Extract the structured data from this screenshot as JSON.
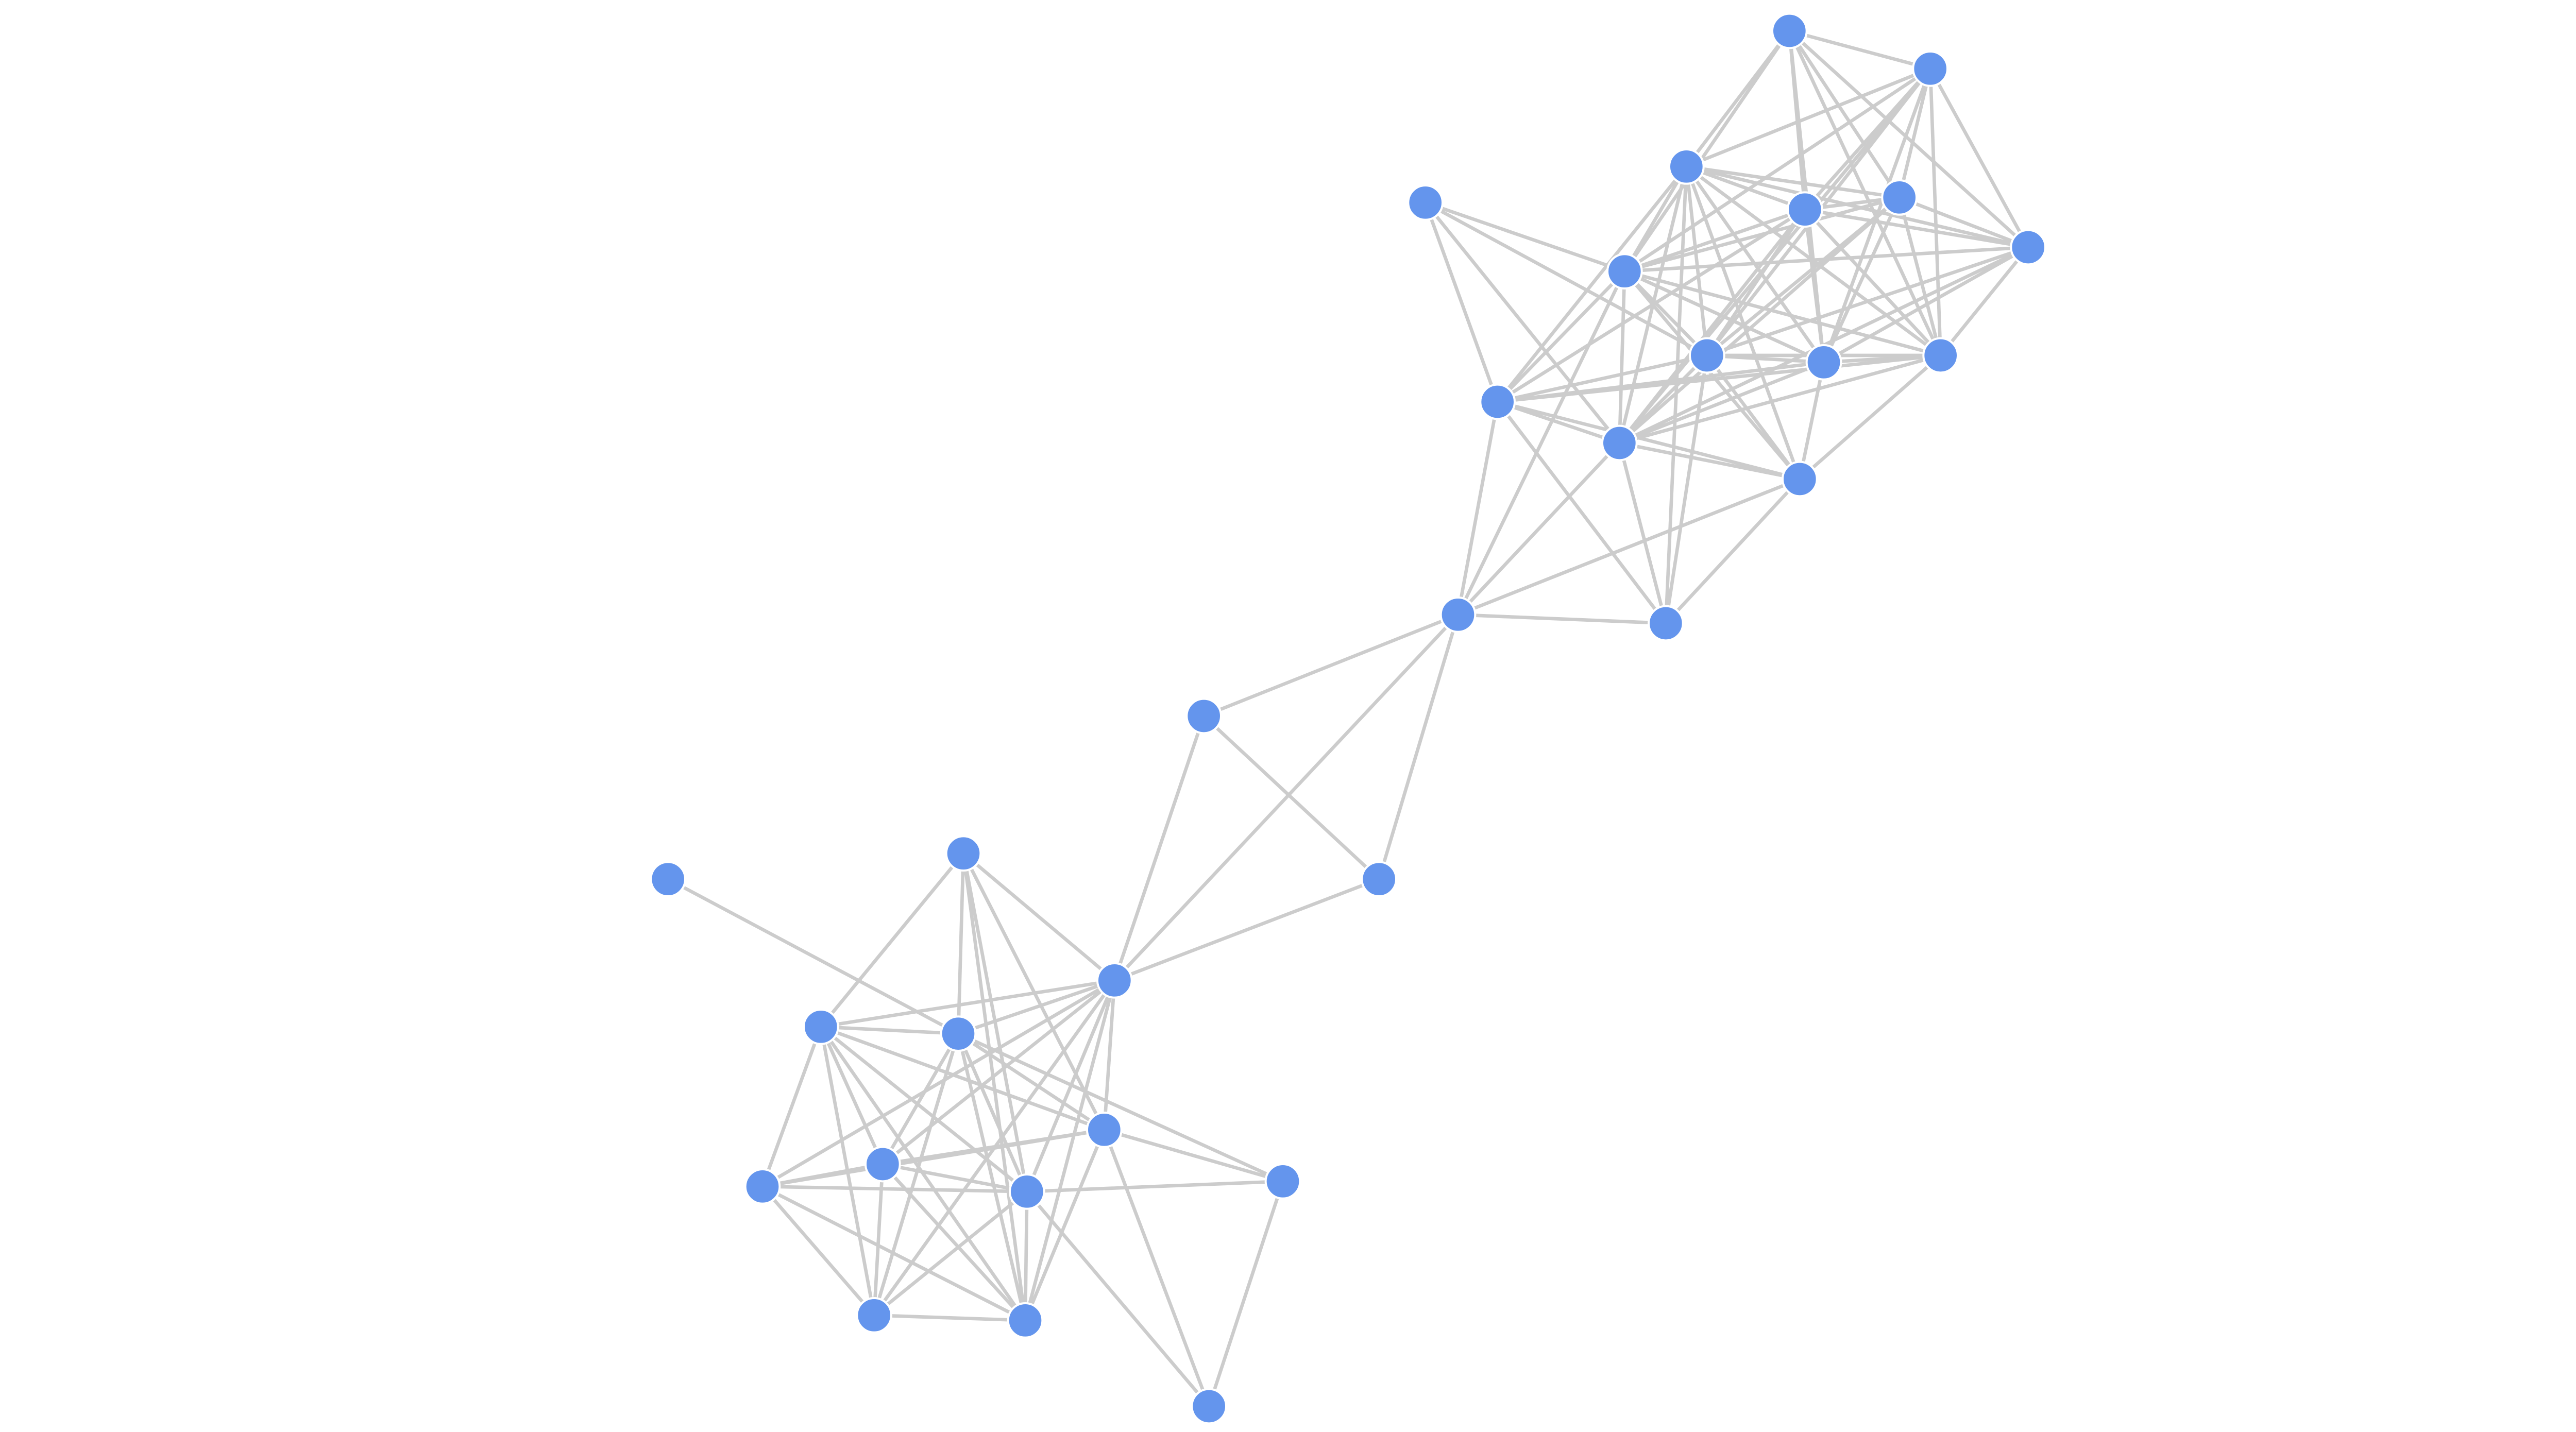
{
  "graph": {
    "node_color": "#6495ed",
    "edge_color": "#cccccc",
    "nodes": [
      "A",
      "B",
      "C",
      "D",
      "E",
      "F",
      "G",
      "H",
      "I",
      "J",
      "K",
      "L",
      "M",
      "N",
      "O",
      "P",
      "Q",
      "R",
      "S",
      "T",
      "U",
      "V",
      "W",
      "X",
      "Y",
      "Z",
      "AA",
      "AB",
      "AC",
      "AD",
      "AE"
    ],
    "edges": [
      [
        "A",
        "B"
      ],
      [
        "A",
        "C"
      ],
      [
        "A",
        "D"
      ],
      [
        "A",
        "E"
      ],
      [
        "A",
        "K"
      ],
      [
        "A",
        "H"
      ],
      [
        "A",
        "J"
      ],
      [
        "A",
        "F"
      ],
      [
        "B",
        "C"
      ],
      [
        "B",
        "E"
      ],
      [
        "B",
        "F"
      ],
      [
        "B",
        "D"
      ],
      [
        "B",
        "H"
      ],
      [
        "B",
        "I"
      ],
      [
        "B",
        "J"
      ],
      [
        "B",
        "K"
      ],
      [
        "B",
        "M"
      ],
      [
        "C",
        "D"
      ],
      [
        "C",
        "E"
      ],
      [
        "C",
        "F"
      ],
      [
        "C",
        "H"
      ],
      [
        "C",
        "I"
      ],
      [
        "C",
        "J"
      ],
      [
        "C",
        "K"
      ],
      [
        "C",
        "L"
      ],
      [
        "C",
        "M"
      ],
      [
        "C",
        "N"
      ],
      [
        "C",
        "P"
      ],
      [
        "D",
        "E"
      ],
      [
        "D",
        "F"
      ],
      [
        "D",
        "H"
      ],
      [
        "D",
        "I"
      ],
      [
        "D",
        "J"
      ],
      [
        "D",
        "K"
      ],
      [
        "D",
        "M"
      ],
      [
        "D",
        "L"
      ],
      [
        "E",
        "F"
      ],
      [
        "E",
        "H"
      ],
      [
        "E",
        "I"
      ],
      [
        "E",
        "J"
      ],
      [
        "E",
        "K"
      ],
      [
        "E",
        "M"
      ],
      [
        "F",
        "H"
      ],
      [
        "F",
        "I"
      ],
      [
        "F",
        "J"
      ],
      [
        "F",
        "K"
      ],
      [
        "F",
        "M"
      ],
      [
        "G",
        "H"
      ],
      [
        "G",
        "I"
      ],
      [
        "G",
        "L"
      ],
      [
        "G",
        "M"
      ],
      [
        "H",
        "I"
      ],
      [
        "H",
        "J"
      ],
      [
        "H",
        "K"
      ],
      [
        "H",
        "L"
      ],
      [
        "H",
        "M"
      ],
      [
        "H",
        "N"
      ],
      [
        "H",
        "O"
      ],
      [
        "I",
        "J"
      ],
      [
        "I",
        "K"
      ],
      [
        "I",
        "L"
      ],
      [
        "I",
        "M"
      ],
      [
        "I",
        "N"
      ],
      [
        "I",
        "P"
      ],
      [
        "J",
        "K"
      ],
      [
        "J",
        "L"
      ],
      [
        "J",
        "M"
      ],
      [
        "J",
        "N"
      ],
      [
        "K",
        "L"
      ],
      [
        "K",
        "M"
      ],
      [
        "K",
        "N"
      ],
      [
        "L",
        "M"
      ],
      [
        "L",
        "N"
      ],
      [
        "L",
        "O"
      ],
      [
        "L",
        "P"
      ],
      [
        "M",
        "N"
      ],
      [
        "M",
        "O"
      ],
      [
        "M",
        "P"
      ],
      [
        "N",
        "O"
      ],
      [
        "N",
        "P"
      ],
      [
        "O",
        "P"
      ],
      [
        "O",
        "Q"
      ],
      [
        "O",
        "R"
      ],
      [
        "O",
        "U"
      ],
      [
        "Q",
        "U"
      ],
      [
        "Q",
        "R"
      ],
      [
        "R",
        "U"
      ],
      [
        "S",
        "W"
      ],
      [
        "T",
        "U"
      ],
      [
        "T",
        "V"
      ],
      [
        "T",
        "W"
      ],
      [
        "T",
        "AA"
      ],
      [
        "T",
        "X"
      ],
      [
        "T",
        "AD"
      ],
      [
        "U",
        "V"
      ],
      [
        "U",
        "W"
      ],
      [
        "U",
        "Y"
      ],
      [
        "U",
        "Z"
      ],
      [
        "U",
        "AA"
      ],
      [
        "U",
        "AC"
      ],
      [
        "U",
        "AD"
      ],
      [
        "U",
        "X"
      ],
      [
        "V",
        "W"
      ],
      [
        "V",
        "Z"
      ],
      [
        "V",
        "Y"
      ],
      [
        "V",
        "AA"
      ],
      [
        "V",
        "AC"
      ],
      [
        "V",
        "AD"
      ],
      [
        "V",
        "X"
      ],
      [
        "W",
        "Y"
      ],
      [
        "W",
        "AA"
      ],
      [
        "W",
        "X"
      ],
      [
        "W",
        "AB"
      ],
      [
        "W",
        "AD"
      ],
      [
        "W",
        "AC"
      ],
      [
        "X",
        "Y"
      ],
      [
        "X",
        "AB"
      ],
      [
        "X",
        "AE"
      ],
      [
        "X",
        "Z"
      ],
      [
        "X",
        "AD"
      ],
      [
        "Y",
        "Z"
      ],
      [
        "Y",
        "AA"
      ],
      [
        "Y",
        "AC"
      ],
      [
        "Y",
        "AD"
      ],
      [
        "Z",
        "AA"
      ],
      [
        "Z",
        "AC"
      ],
      [
        "Z",
        "AD"
      ],
      [
        "AA",
        "AB"
      ],
      [
        "AA",
        "AD"
      ],
      [
        "AA",
        "AC"
      ],
      [
        "AA",
        "AE"
      ],
      [
        "AB",
        "AE"
      ],
      [
        "AC",
        "AD"
      ]
    ]
  }
}
